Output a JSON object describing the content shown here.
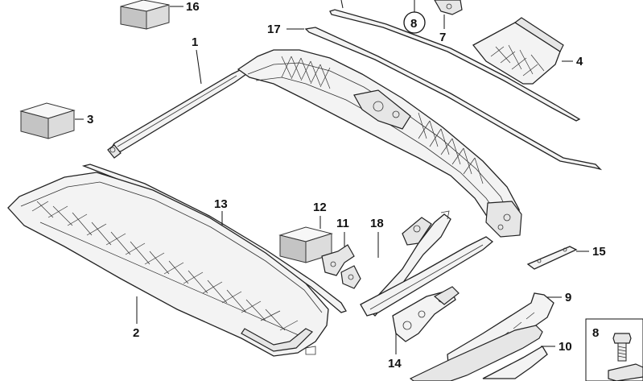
{
  "diagram": {
    "labels": {
      "p1": "1",
      "p2": "2",
      "p3": "3",
      "p4": "4",
      "p7": "7",
      "p8_circled": "8",
      "p8_inset": "8",
      "p9": "9",
      "p10": "10",
      "p11": "11",
      "p12": "12",
      "p13": "13",
      "p14": "14",
      "p15": "15",
      "p16": "16",
      "p17": "17",
      "p18": "18"
    }
  }
}
